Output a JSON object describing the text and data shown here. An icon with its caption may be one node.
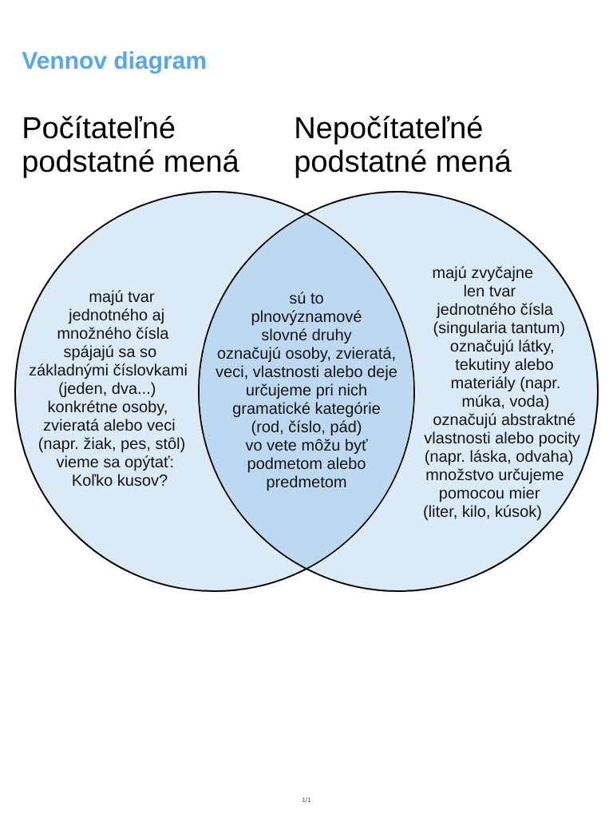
{
  "diagram": {
    "title": "Vennov diagram",
    "nodes": [
      {
        "text": [
          "majú tvar jednotného aj množného čísla",
          "spájajú sa so základnými číslovkami (jeden, dva...)",
          "konkrétne osoby, zvieratá alebo veci (napr. žiak, pes, stôl)",
          "vieme sa opýtať: Koľko kusov?"
        ],
        "beside": [
          "Počítateľné podstatné mená"
        ]
      },
      {
        "text": [
          "majú zvyčajne len tvar jednotného čísla (singularia tantum)",
          "označujú látky, tekutiny alebo materiály (napr. múka, voda)",
          "označujú abstraktné vlastnosti alebo pocity (napr. láska, odvaha)",
          "množstvo určujeme pomocou mier (liter, kilo, kúsok)"
        ],
        "beside": [
          "Nepočítateľné podstatné mená"
        ]
      },
      {
        "text": [
          "sú to plnovýznamové slovné druhy",
          "označujú osoby, zvieratá, veci, vlastnosti alebo deje",
          "určujeme pri nich gramatické kategórie (rod, číslo, pád)",
          "vo vete môžu byť podmetom alebo predmetom"
        ]
      }
    ],
    "labels": [
      "1/1"
    ]
  }
}
